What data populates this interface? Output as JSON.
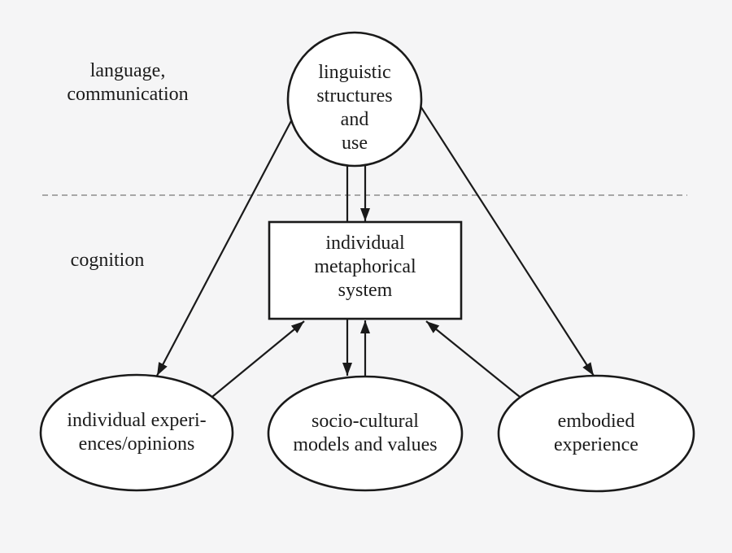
{
  "diagram": {
    "region_labels": {
      "language_communication": {
        "lines": [
          "language,",
          "communication"
        ]
      },
      "cognition": {
        "lines": [
          "cognition"
        ]
      }
    },
    "nodes": {
      "linguistic_structures_and_use": {
        "shape": "circle",
        "lines": [
          "linguistic",
          "structures",
          "and",
          "use"
        ]
      },
      "individual_metaphorical_system": {
        "shape": "rectangle",
        "lines": [
          "individual",
          "metaphorical",
          "system"
        ]
      },
      "individual_experiences_opinions": {
        "shape": "ellipse",
        "lines": [
          "individual experi-",
          "ences/opinions"
        ]
      },
      "socio_cultural_models_and_values": {
        "shape": "ellipse",
        "lines": [
          "socio-cultural",
          "models and values"
        ]
      },
      "embodied_experience": {
        "shape": "ellipse",
        "lines": [
          "embodied",
          "experience"
        ]
      }
    },
    "edges": [
      {
        "from": "linguistic_structures_and_use",
        "to": "individual_experiences_opinions"
      },
      {
        "from": "linguistic_structures_and_use",
        "to": "individual_metaphorical_system"
      },
      {
        "from": "linguistic_structures_and_use",
        "to": "socio_cultural_models_and_values"
      },
      {
        "from": "linguistic_structures_and_use",
        "to": "embodied_experience"
      },
      {
        "from": "individual_experiences_opinions",
        "to": "individual_metaphorical_system"
      },
      {
        "from": "socio_cultural_models_and_values",
        "to": "individual_metaphorical_system"
      },
      {
        "from": "embodied_experience",
        "to": "individual_metaphorical_system"
      }
    ],
    "colors": {
      "background": "#f5f5f6",
      "node_fill": "#ffffff",
      "line": "#1a1a1a",
      "text": "#1b1b1b",
      "divider": "#a7a7a7"
    }
  }
}
